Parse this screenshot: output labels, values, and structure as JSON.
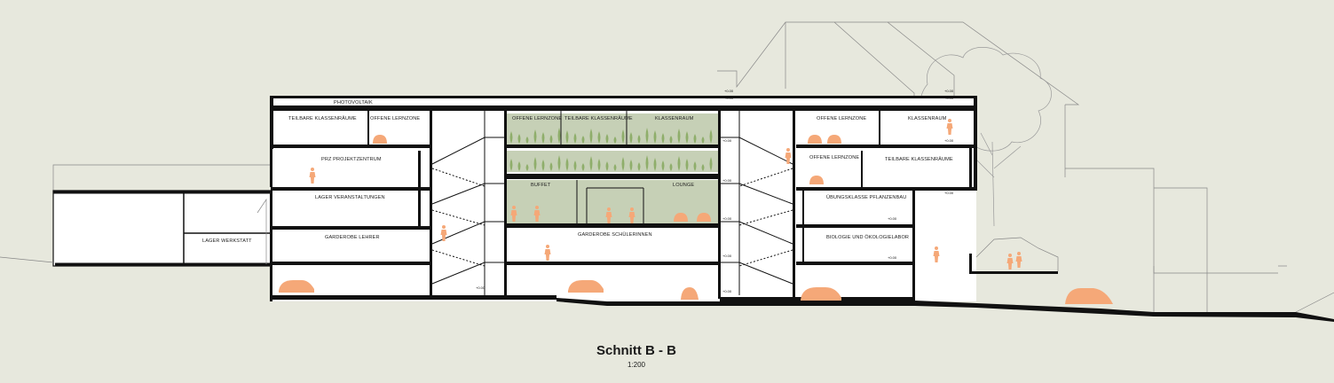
{
  "drawing": {
    "title": "Schnitt B - B",
    "scale": "1:200"
  },
  "rooms": {
    "photovoltaik": "PHOTOVOLTAIK",
    "teilbare_klassenraeume_left": "TEILBARE KLASSENRÄUME",
    "offene_lernzone_left": "OFFENE LERNZONE",
    "prz_projektzentrum": "PRZ PROJEKTZENTRUM",
    "lager_veranstaltungen": "LAGER VERANSTALTUNGEN",
    "garderobe_lehrer": "GARDEROBE LEHRER",
    "lager_werkstatt": "LAGER WERKSTATT",
    "offene_lernzone_center": "OFFENE LERNZONE",
    "teilbare_klassenraeume_center": "TEILBARE KLASSENRÄUME",
    "klassenraum_center": "KLASSENRAUM",
    "buffet": "BUFFET",
    "lounge": "LOUNGE",
    "garderobe_schuelerinnen": "GARDEROBE SCHÜLERINNEN",
    "offene_lernzone_right_top": "OFFENE LERNZONE",
    "klassenraum_right": "KLASSENRAUM",
    "offene_lernzone_right_mid": "OFFENE LERNZONE",
    "teilbare_klassenraeume_right": "TEILBARE KLASSENRÄUME",
    "uebungsklasse_pflanzenbau": "ÜBUNGSKLASSE PFLANZENBAU",
    "biologie_oekologielabor": "BIOLOGIE UND ÖKOLOGIELABOR"
  },
  "colors": {
    "background": "#e7e8dd",
    "structure": "#111111",
    "figures": "#f5a878",
    "greenery": "#8fae6b",
    "glazing": "#c6d0b6"
  }
}
